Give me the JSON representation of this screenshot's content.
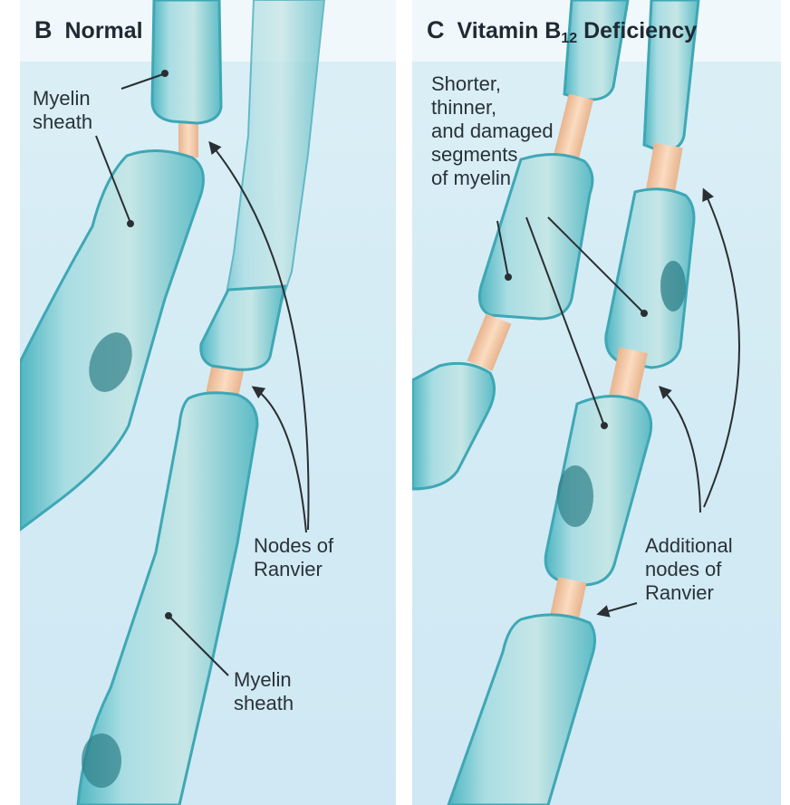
{
  "panel_b": {
    "letter": "B",
    "title": "Normal",
    "labels": {
      "myelin_top_line1": "Myelin",
      "myelin_top_line2": "sheath",
      "nodes_line1": "Nodes of",
      "nodes_line2": "Ranvier",
      "myelin_bottom_line1": "Myelin",
      "myelin_bottom_line2": "sheath"
    }
  },
  "panel_c": {
    "letter": "C",
    "title_prefix": "Vitamin B",
    "title_subscript": "12",
    "title_suffix": " Deficiency",
    "labels": {
      "damaged_line1": "Shorter,",
      "damaged_line2": "thinner,",
      "damaged_line3": "and damaged",
      "damaged_line4": "segments",
      "damaged_line5": "of myelin",
      "additional_line1": "Additional",
      "additional_line2": "nodes of",
      "additional_line3": "Ranvier"
    }
  },
  "colors": {
    "background": "#d3ebf4",
    "myelin": "#8fd0d8",
    "myelin_edge": "#3ea7b5",
    "axon": "#f3c9a6",
    "text": "#2a3238"
  }
}
